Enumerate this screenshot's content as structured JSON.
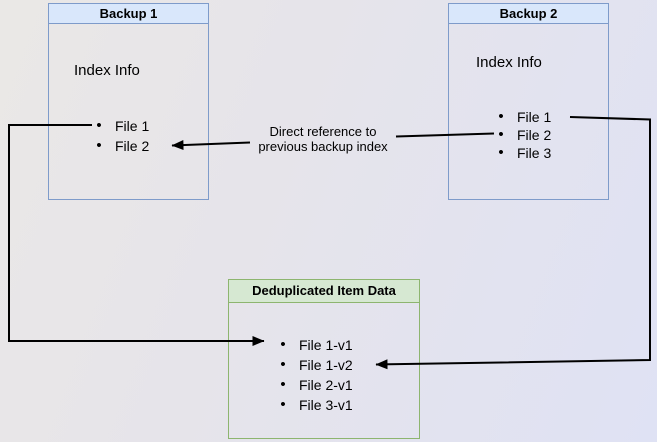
{
  "diagram": {
    "backup1": {
      "title": "Backup 1",
      "subtitle": "Index Info",
      "files": [
        "File 1",
        "File 2"
      ]
    },
    "backup2": {
      "title": "Backup 2",
      "subtitle": "Index Info",
      "files": [
        "File 1",
        "File 2",
        "File 3"
      ]
    },
    "dedup": {
      "title": "Deduplicated Item Data",
      "files": [
        "File 1-v1",
        "File 1-v2",
        "File 2-v1",
        "File 3-v1"
      ]
    },
    "annotation": {
      "line1": "Direct reference to",
      "line2": "previous backup index"
    },
    "colors": {
      "blue_header_fill": "#d9e7fb",
      "blue_border": "#7e9bca",
      "green_header_fill": "#d6e8d2",
      "green_border": "#8db56f",
      "arrow": "#000000",
      "background_left": "#eae8e6",
      "background_right": "#dfe2f4"
    }
  }
}
